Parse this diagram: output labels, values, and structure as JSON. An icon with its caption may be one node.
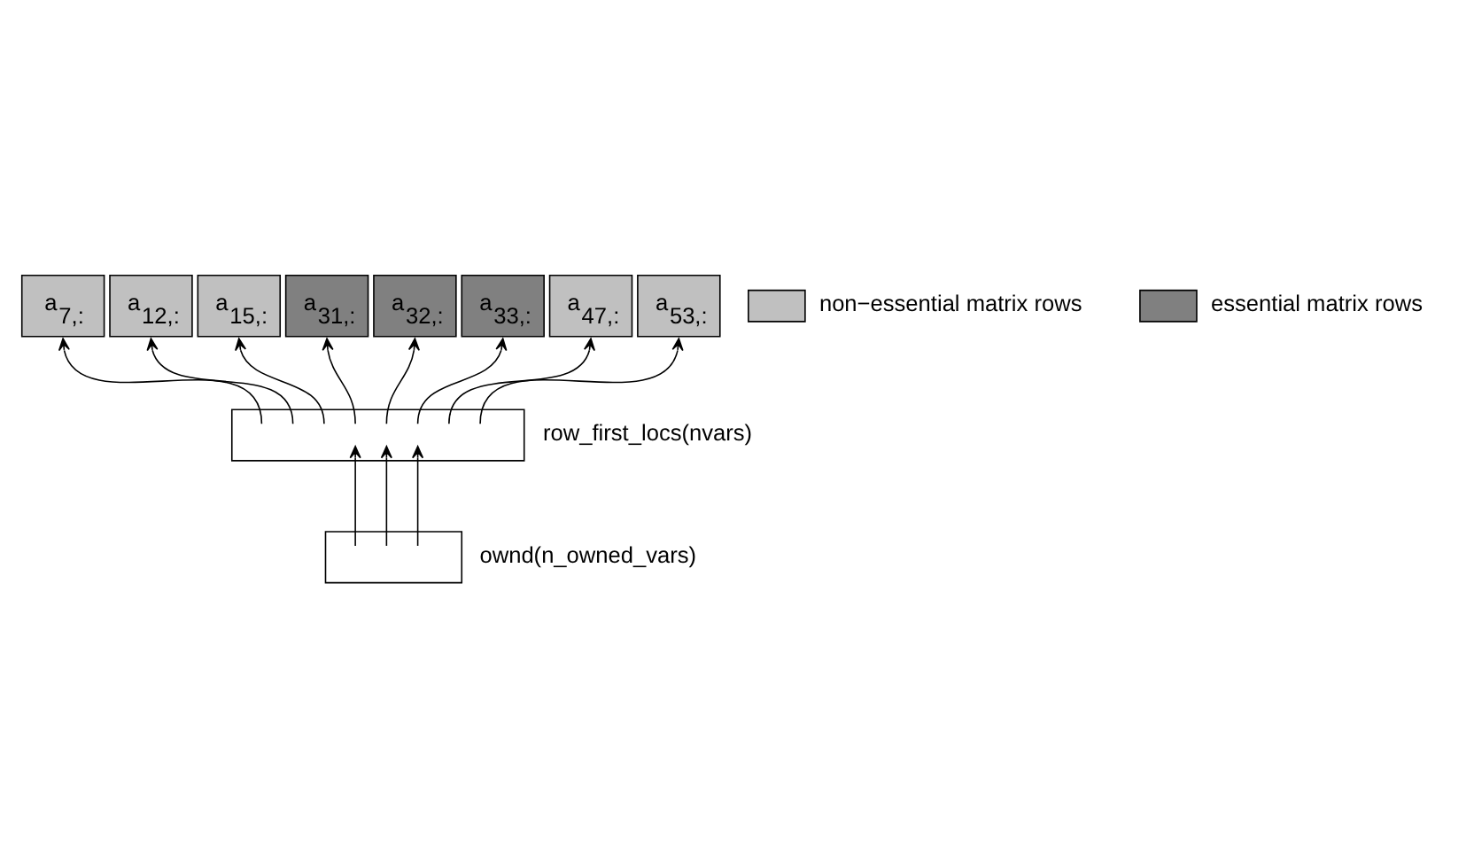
{
  "diagram": {
    "nodes": [
      {
        "text": [
          "a$_{7,:}$"
        ]
      },
      {
        "text": [
          "a$_{12,:}$"
        ]
      },
      {
        "text": [
          "a$_{15,:}$"
        ]
      },
      {
        "text": [
          "a$_{31,:}$"
        ]
      },
      {
        "text": [
          "a$_{32,:}$"
        ]
      },
      {
        "text": [
          "a$_{33,:}$"
        ]
      },
      {
        "text": [
          "a$_{47,:}$"
        ]
      },
      {
        "text": [
          "a$_{53,:}$"
        ]
      },
      {
        "text": [],
        "shape": "box",
        "beside": [
          "row_first_locs(nvars)"
        ]
      },
      {
        "text": [],
        "shape": "box",
        "beside": [
          "ownd(n_owned_vars)"
        ]
      }
    ],
    "edges": [
      {
        "from": 8,
        "to": 0,
        "arrow": "to"
      },
      {
        "from": 8,
        "to": 1,
        "arrow": "to"
      },
      {
        "from": 8,
        "to": 2,
        "arrow": "to"
      },
      {
        "from": 8,
        "to": 3,
        "arrow": "to"
      },
      {
        "from": 8,
        "to": 4,
        "arrow": "to"
      },
      {
        "from": 8,
        "to": 5,
        "arrow": "to"
      },
      {
        "from": 8,
        "to": 6,
        "arrow": "to"
      },
      {
        "from": 8,
        "to": 7,
        "arrow": "to"
      },
      {
        "from": 9,
        "to": 8,
        "arrow": "to"
      },
      {
        "from": 9,
        "to": 8,
        "arrow": "to"
      },
      {
        "from": 9,
        "to": 8,
        "arrow": "to"
      }
    ],
    "legend": [
      {
        "text": "non−essential matrix rows",
        "color": "#c0c0c0"
      },
      {
        "text": "essential matrix rows",
        "color": "#808080"
      }
    ]
  }
}
